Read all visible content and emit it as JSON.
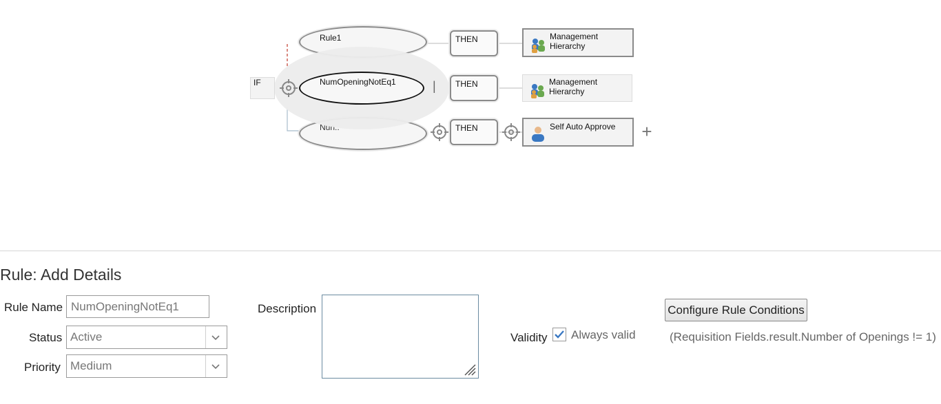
{
  "flow": {
    "if_label": "IF",
    "rules": [
      {
        "label": "Rule1"
      },
      {
        "label": "NumOpeningNotEq1"
      },
      {
        "label": "NumOpeningNotEq1 (obscured)"
      }
    ],
    "then_label": "THEN",
    "actions": [
      {
        "label_line1": "Management",
        "label_line2": "Hierarchy",
        "icon": "people-group-icon"
      },
      {
        "label_line1": "Management",
        "label_line2": "Hierarchy",
        "icon": "people-group-icon"
      },
      {
        "label_line1": "Self Auto Approve",
        "label_line2": "",
        "icon": "user-icon"
      }
    ],
    "add_label": "+",
    "selected_separator": "|"
  },
  "details": {
    "title": "Rule: Add Details",
    "rule_name_label": "Rule Name",
    "rule_name_value": "NumOpeningNotEq1",
    "status_label": "Status",
    "status_value": "Active",
    "priority_label": "Priority",
    "priority_value": "Medium",
    "description_label": "Description",
    "description_value": "",
    "validity_label": "Validity",
    "always_valid_label": "Always valid",
    "always_valid_checked": true,
    "configure_button_label": "Configure Rule Conditions",
    "condition_text": "(Requisition Fields.result.Number of Openings != 1)"
  },
  "colors": {
    "accent": "#3a78c2",
    "connector": "#b9b9b9",
    "dashed_link": "#c0392b"
  }
}
